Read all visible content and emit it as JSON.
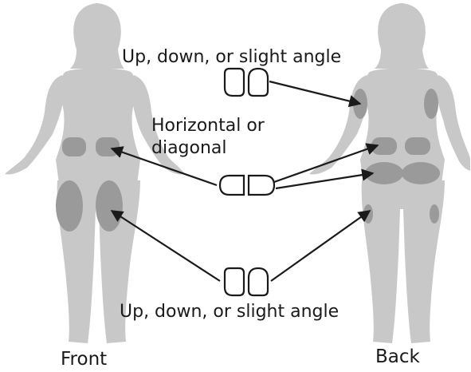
{
  "labels": {
    "upper_orientation": "Up, down, or slight angle",
    "middle_orientation_line1": "Horizontal or",
    "middle_orientation_line2": "diagonal",
    "lower_orientation": "Up, down, or slight angle",
    "front_view": "Front",
    "back_view": "Back"
  },
  "colors": {
    "body_silhouette": "#c8c8c8",
    "site_region": "#9a9a9a",
    "arrow": "#1a1a1a",
    "device_outline": "#1a1a1a"
  },
  "icons": {
    "device_vertical": "device-pair-vertical-icon",
    "device_horizontal": "device-pair-horizontal-icon"
  }
}
